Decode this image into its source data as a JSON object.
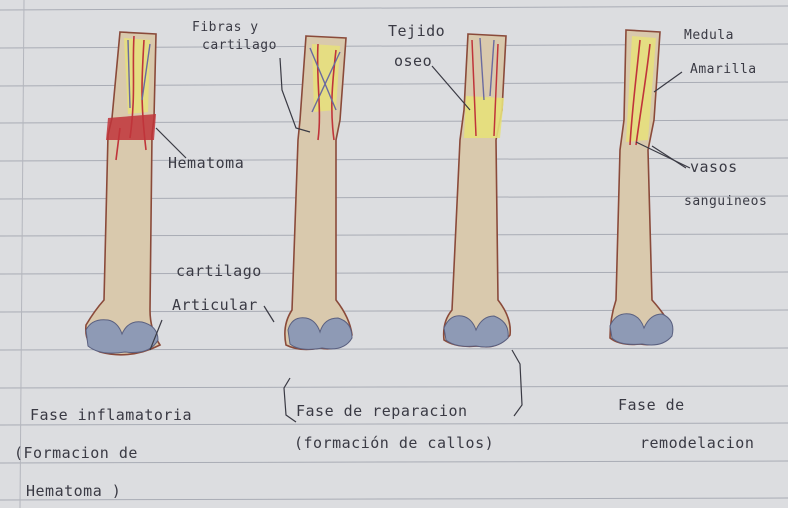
{
  "labels": {
    "fibras": "Fibras y",
    "cartilago_top": "cartilago",
    "tejido": "Tejido",
    "oseo": "oseo",
    "medula": "Medula",
    "amarilla": "Amarilla",
    "hematoma": "Hematoma",
    "vasos": "vasos",
    "sanguineos": "sanguineos",
    "cartilago": "cartilago",
    "articular": "Articular"
  },
  "phases": {
    "p1_line1": "Fase inflamatoria",
    "p1_line2": "(Formacion de",
    "p1_line3": "Hematoma )",
    "p2_line1": "Fase de reparacion",
    "p2_line2": "(formación de callos)",
    "p3_line1": "Fase de",
    "p3_line2": "remodelacion"
  },
  "colors": {
    "paper": "#dcdde0",
    "rule": "#a9acb5",
    "bone": "#d9c9ad",
    "bone_outline": "#8a4a3a",
    "cartilage": "#8e9ab5",
    "blood": "#c0343a",
    "marrow": "#e6e07a",
    "ink": "#3a3a44"
  }
}
